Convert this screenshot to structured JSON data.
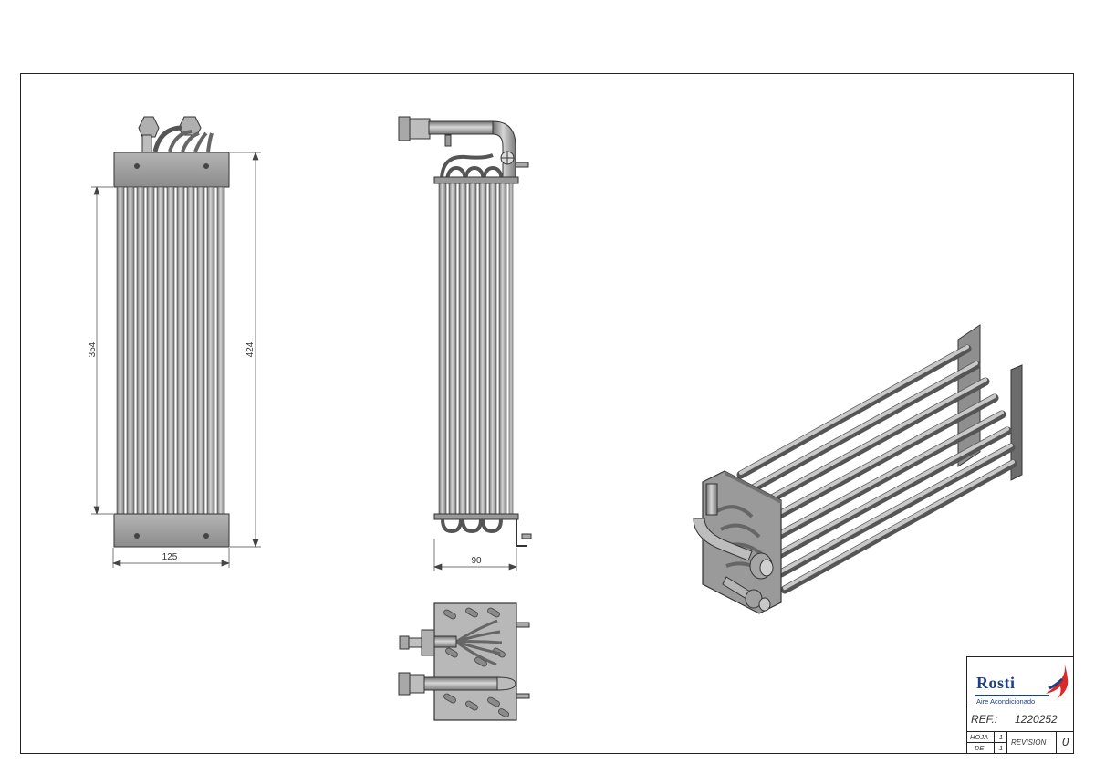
{
  "drawing": {
    "dimensions": {
      "tube_length": "354",
      "overall_height": "424",
      "front_width": "125",
      "side_width": "90"
    }
  },
  "title_block": {
    "brand": "Rosti",
    "tagline": "Aire Acondicionado",
    "ref_label": "REF.:",
    "ref_value": "1220252",
    "hoja_label": "HOJA",
    "hoja_value": "1",
    "de_label": "DE",
    "de_value": "1",
    "revision_label": "REVISION",
    "revision_value": "0",
    "brand_color": "#1d3f86",
    "accent_color": "#d92a2a"
  }
}
